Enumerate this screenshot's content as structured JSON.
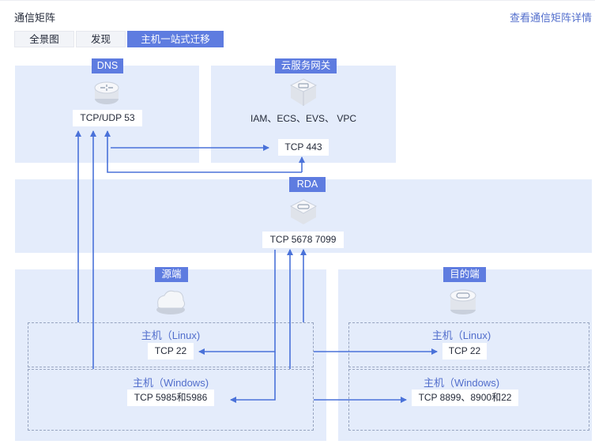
{
  "header": {
    "title": "通信矩阵",
    "detail_link": "查看通信矩阵详情"
  },
  "tabs": [
    {
      "label": "全景图",
      "active": false
    },
    {
      "label": "发现",
      "active": false
    },
    {
      "label": "主机一站式迁移",
      "active": true
    }
  ],
  "regions": {
    "dns": {
      "label": "DNS",
      "port": "TCP/UDP 53",
      "icon": "router-icon"
    },
    "cloud_gateway": {
      "label": "云服务网关",
      "services": "IAM、ECS、EVS、 VPC",
      "port": "TCP 443",
      "icon": "gateway-icon"
    },
    "rda": {
      "label": "RDA",
      "port": "TCP 5678 7099",
      "icon": "rda-server-icon"
    },
    "source": {
      "label": "源端",
      "icon": "cloud-icon",
      "linux": {
        "label": "主机（Linux)",
        "port": "TCP 22"
      },
      "windows": {
        "label": "主机（Windows)",
        "port": "TCP 5985和5986"
      }
    },
    "destination": {
      "label": "目的端",
      "icon": "cloud-server-icon",
      "linux": {
        "label": "主机（Linux)",
        "port": "TCP 22"
      },
      "windows": {
        "label": "主机（Windows)",
        "port": "TCP 8899、8900和22"
      }
    }
  },
  "colors": {
    "accent": "#5e7ce0",
    "region_bg": "#e4ecfb",
    "arrow": "#4a72d9",
    "link": "#526ecc"
  }
}
